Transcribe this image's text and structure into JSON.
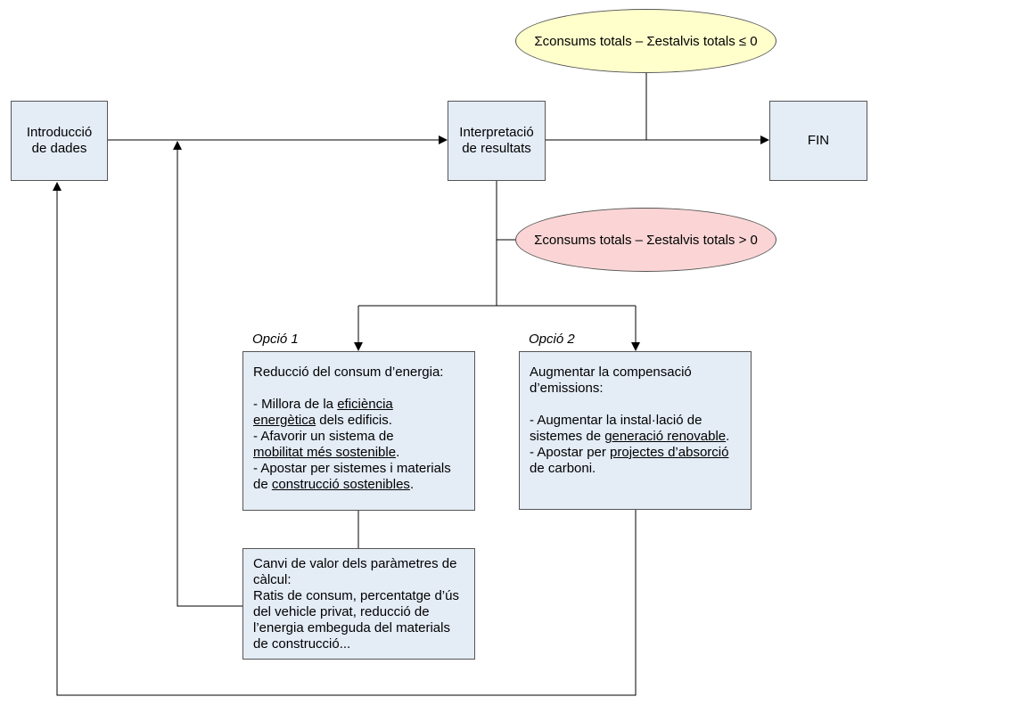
{
  "nodes": {
    "intro": "Introducció de dades",
    "interp": "Interpretació de resultats",
    "fin": "FIN"
  },
  "conditions": {
    "le": "Σconsums totals – Σestalvis totals ≤ 0",
    "gt": "Σconsums totals – Σestalvis totals > 0"
  },
  "option1": {
    "label": "Opció 1",
    "title": "Reducció del consum d’energia:",
    "items": [
      {
        "pre": "- Millora de la ",
        "link": "eficiència energètica",
        "post": " dels edificis."
      },
      {
        "pre": "- Afavorir un sistema de ",
        "link": "mobilitat més sostenible",
        "post": "."
      },
      {
        "pre": "- Apostar per sistemes i materials de ",
        "link": "construcció sostenibles",
        "post": "."
      }
    ]
  },
  "option2": {
    "label": "Opció 2",
    "title": "Augmentar la compensació d’emissions:",
    "items": [
      {
        "pre": "- Augmentar la instal·lació de sistemes de ",
        "link": "generació renovable",
        "post": "."
      },
      {
        "pre": "- Apostar per ",
        "link": "projectes d’absorció",
        "post": " de carboni."
      }
    ]
  },
  "params": {
    "title": "Canvi de valor dels paràmetres de càlcul:",
    "body": "Ratis de consum, percentatge d’ús del vehicle privat, reducció de l’energia embeguda del materials de construcció..."
  },
  "colors": {
    "box_fill": "#e4ecf6",
    "ellipse_yellow": "#ffffcc",
    "ellipse_red": "#fbd5d5",
    "stroke": "#555555"
  }
}
